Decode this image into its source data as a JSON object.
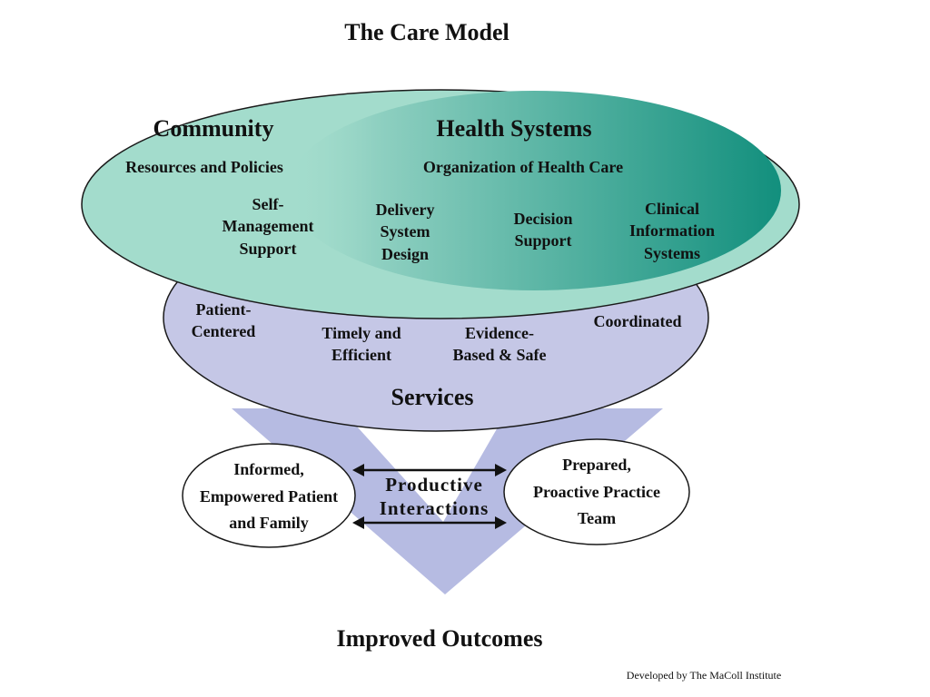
{
  "title": "The Care Model",
  "community": {
    "heading": "Community",
    "subheading": "Resources and Policies",
    "items": [
      "Self-\nManagement\nSupport"
    ]
  },
  "health_systems": {
    "heading": "Health Systems",
    "subheading": "Organization of Health Care",
    "items": [
      "Delivery\nSystem\nDesign",
      "Decision\nSupport",
      "Clinical\nInformation\nSystems"
    ]
  },
  "services": {
    "heading": "Services",
    "items": [
      "Patient-\nCentered",
      "Timely and\nEfficient",
      "Evidence-\nBased & Safe",
      "Coordinated"
    ]
  },
  "interactions": {
    "patient": "Informed,\nEmpowered Patient\nand Family",
    "center": "Productive\nInteractions",
    "team": "Prepared,\nProactive Practice\nTeam"
  },
  "outcome": "Improved Outcomes",
  "credit": "Developed by The MaColl Institute",
  "colors": {
    "community_fill": "#a3dccc",
    "health_systems_dark": "#128f7d",
    "services_fill": "#c5c7e6",
    "arrow_fill": "#b6bbe2",
    "outline": "#1a1a1a"
  }
}
